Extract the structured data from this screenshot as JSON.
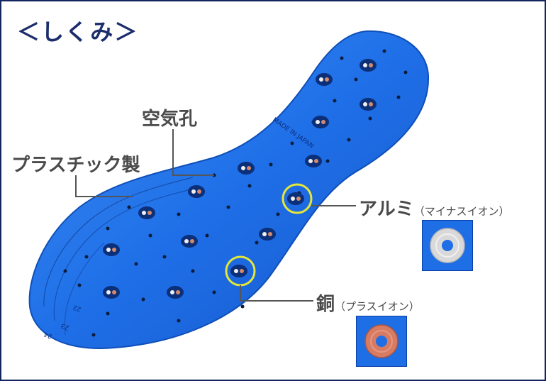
{
  "title": "＜しくみ＞",
  "labels": {
    "air_hole": "空気孔",
    "plastic": "プラスチック製",
    "aluminum": "アルミ",
    "aluminum_note": "（マイナスイオン）",
    "copper": "銅",
    "copper_note": "（プラスイオン）"
  },
  "insole": {
    "imprint": "MADE IN JAPAN",
    "size_marks": [
      "22",
      "23",
      "24"
    ]
  },
  "colors": {
    "insole_blue": "#1f6fe8",
    "highlight_ring": "#e4e639",
    "aluminum_disc": "#d9d9d9",
    "copper_disc": "#d87b63",
    "title_navy": "#1b2d6b"
  }
}
